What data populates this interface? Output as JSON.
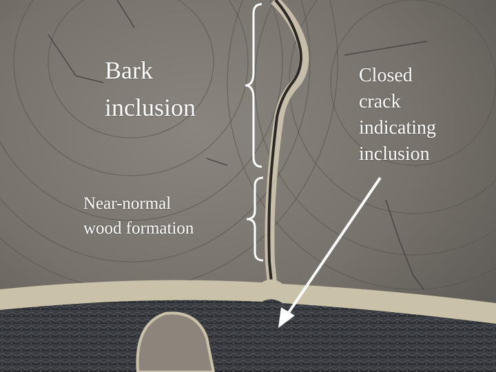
{
  "annotations": {
    "bark_inclusion": [
      "Bark",
      "inclusion"
    ],
    "closed_crack": [
      "Closed",
      "crack",
      "indicating",
      "inclusion"
    ],
    "near_normal_wood": [
      "Near-normal",
      "wood formation"
    ]
  },
  "colors": {
    "label_text": "#ffffff",
    "wood_surface": "#7a756e",
    "bark_band": "#c9c1a8",
    "outer_bark": "#3a3d42"
  }
}
